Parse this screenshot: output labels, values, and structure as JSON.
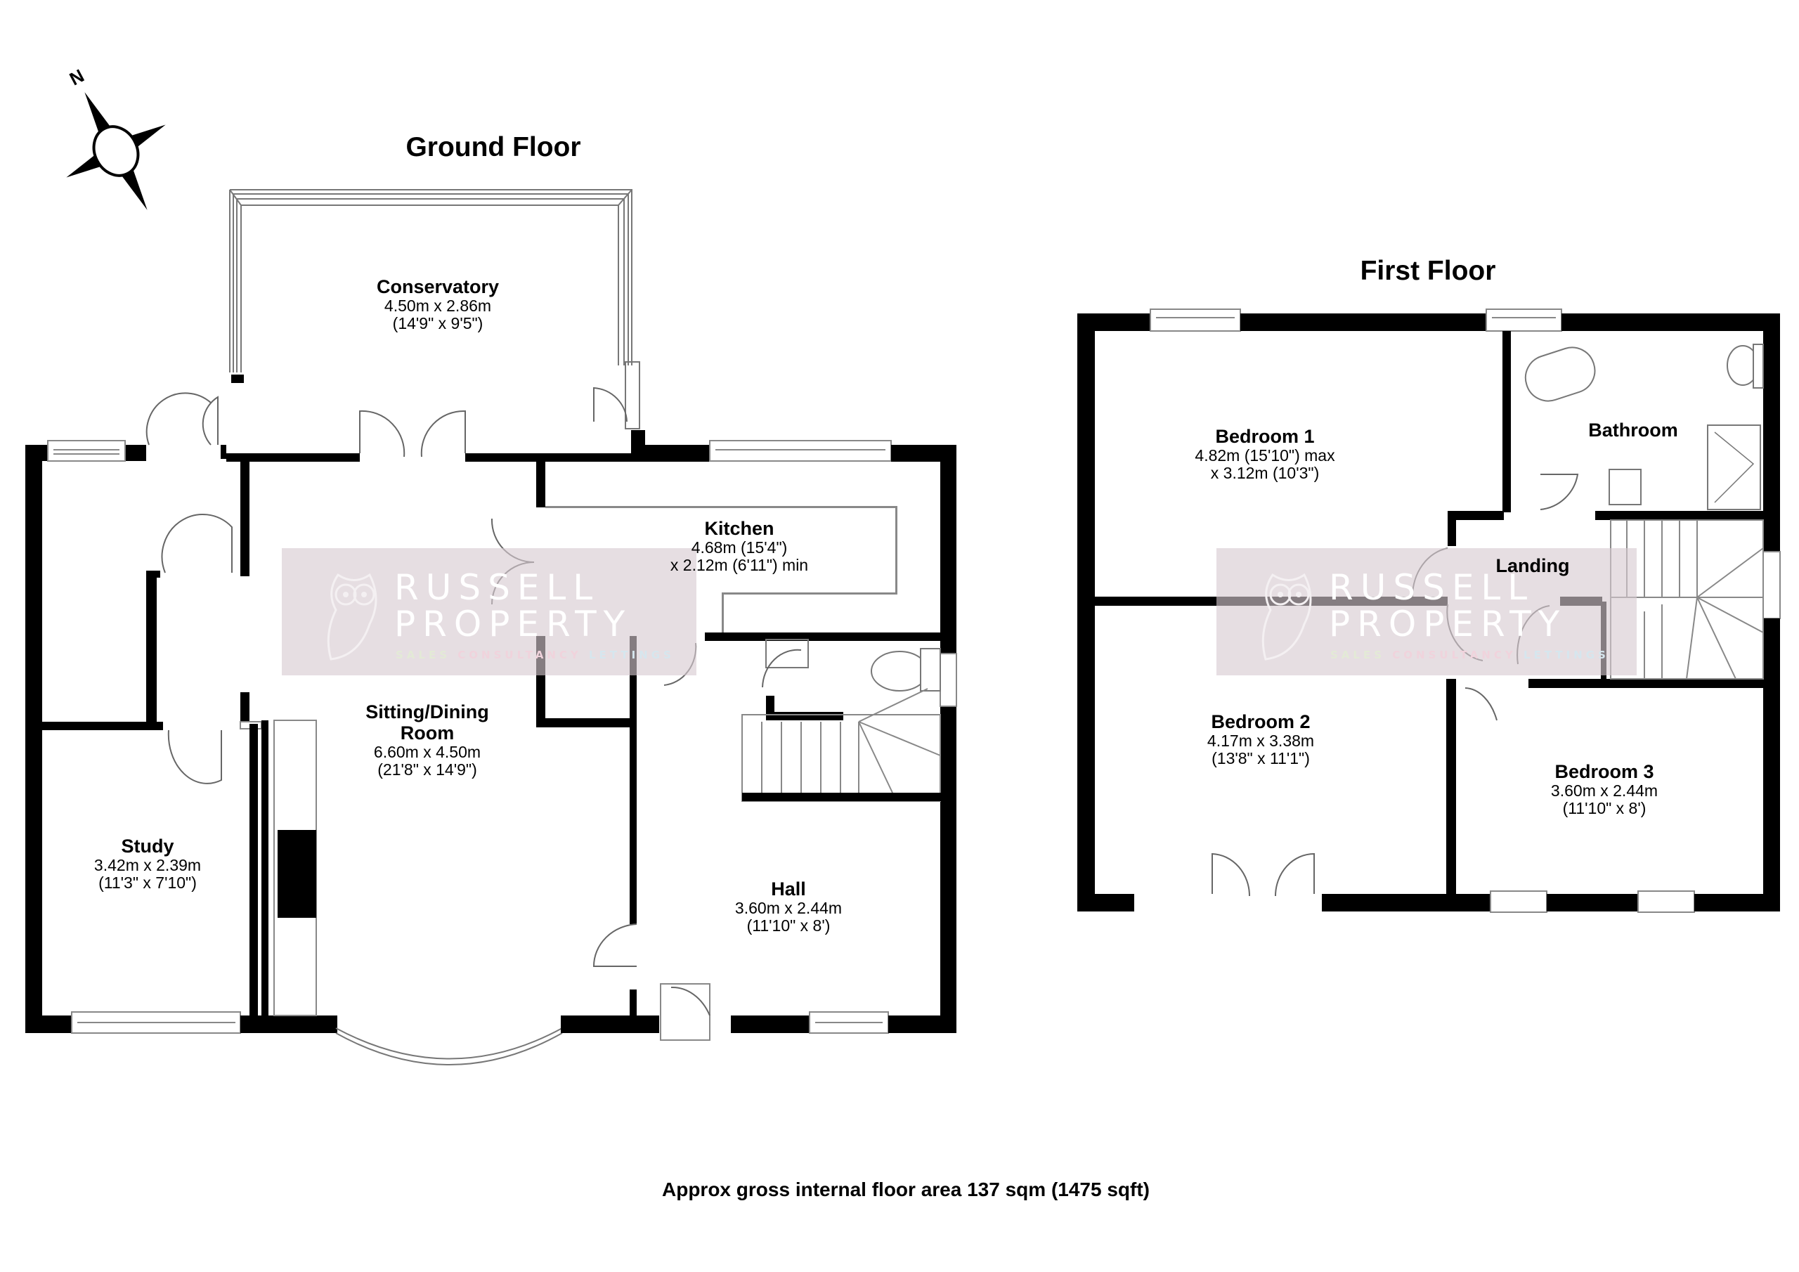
{
  "ground_floor": {
    "title": "Ground Floor",
    "rooms": [
      {
        "name": "Conservatory",
        "dims": [
          "4.50m x 2.86m",
          "(14'9\" x 9'5\")"
        ]
      },
      {
        "name": "Kitchen",
        "dims": [
          "4.68m (15'4\")",
          "x 2.12m (6'11\") min"
        ]
      },
      {
        "name": "Sitting/Dining",
        "name2": "Room",
        "dims": [
          "6.60m x 4.50m",
          "(21'8\" x 14'9\")"
        ]
      },
      {
        "name": "Study",
        "dims": [
          "3.42m x 2.39m",
          "(11'3\" x 7'10\")"
        ]
      },
      {
        "name": "Hall",
        "dims": [
          "3.60m x 2.44m",
          "(11'10\" x 8')"
        ]
      }
    ]
  },
  "first_floor": {
    "title": "First Floor",
    "rooms": [
      {
        "name": "Bedroom 1",
        "dims": [
          "4.82m (15'10\") max",
          "x 3.12m (10'3\")"
        ]
      },
      {
        "name": "Bathroom",
        "dims": []
      },
      {
        "name": "Landing",
        "dims": []
      },
      {
        "name": "Bedroom 2",
        "dims": [
          "4.17m x 3.38m",
          "(13'8\" x 11'1\")"
        ]
      },
      {
        "name": "Bedroom 3",
        "dims": [
          "3.60m x 2.44m",
          "(11'10\" x 8')"
        ]
      }
    ]
  },
  "compass": {
    "label": "N",
    "icon": "compass-rose-icon"
  },
  "watermark": {
    "line1": "RUSSELL",
    "line2": "PROPERTY",
    "tag_sales": "SALES",
    "tag_consultancy": "CONSULTANCY",
    "tag_lettings": "LETTINGS",
    "colors": {
      "box": "#d6cad0",
      "sales": "#e3ead6",
      "consultancy": "#f0d3dc",
      "lettings": "#d6e6ee"
    }
  },
  "caption": "Approx gross internal floor area 137 sqm (1475 sqft)"
}
